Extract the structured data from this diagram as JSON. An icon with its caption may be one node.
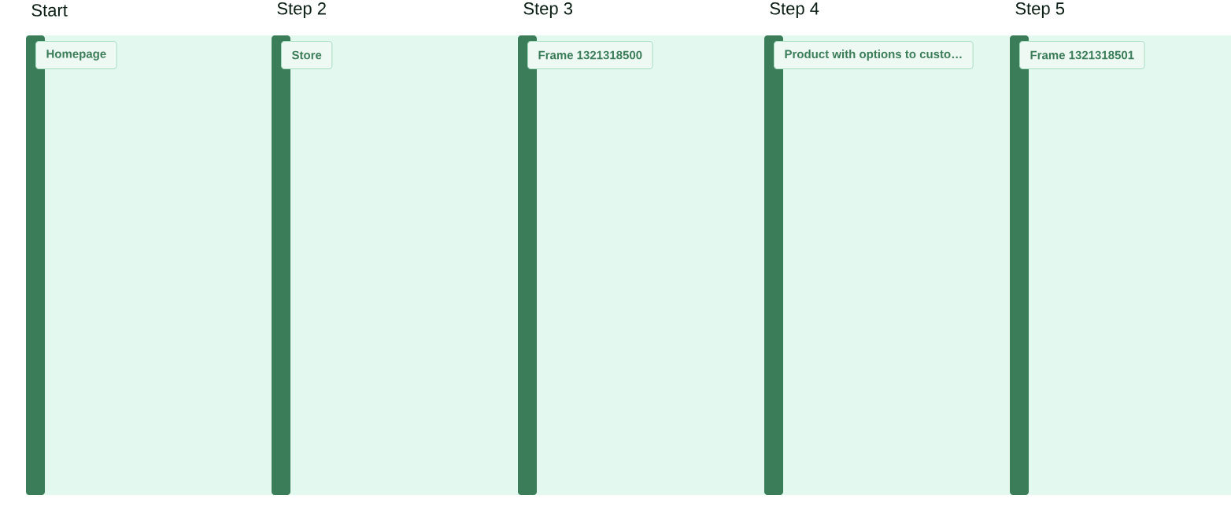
{
  "diagram": {
    "nodes": [
      {
        "text": [
          "Start"
        ]
      },
      {
        "text": [
          "Homepage"
        ],
        "in": 0
      },
      {
        "text": [
          "Step 2"
        ]
      },
      {
        "text": [
          "Store"
        ],
        "in": 2
      },
      {
        "text": [
          "Step 3"
        ]
      },
      {
        "text": [
          "Frame 1321318500"
        ],
        "in": 4
      },
      {
        "text": [
          "Step 4"
        ]
      },
      {
        "text": [
          "Product with options to custo…"
        ],
        "in": 6
      },
      {
        "text": [
          "Step 5"
        ]
      },
      {
        "text": [
          "Frame 1321318501"
        ],
        "in": 8
      }
    ]
  }
}
